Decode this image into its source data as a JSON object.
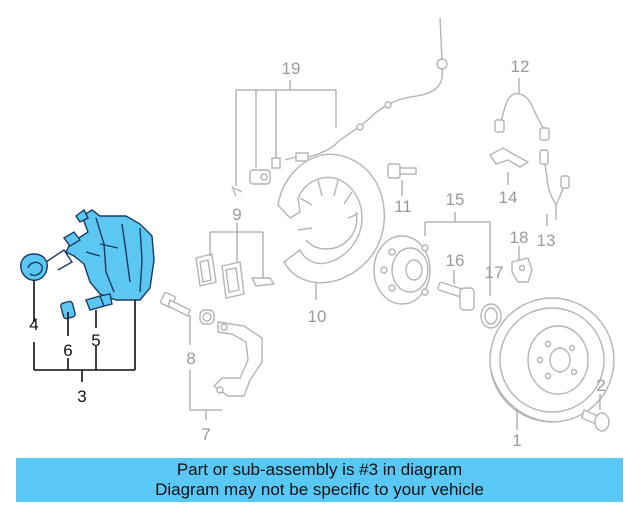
{
  "callouts": {
    "c1": "1",
    "c2": "2",
    "c3": "3",
    "c4": "4",
    "c5": "5",
    "c6": "6",
    "c7": "7",
    "c8": "8",
    "c9": "9",
    "c10": "10",
    "c11": "11",
    "c12": "12",
    "c13": "13",
    "c14": "14",
    "c15": "15",
    "c16": "16",
    "c17": "17",
    "c18": "18",
    "c19": "19"
  },
  "highlighted_part": "3",
  "colors": {
    "highlight": "#5cc8f2",
    "banner": "#5ac8f5",
    "callout": "#9a9a9a"
  },
  "banner": {
    "line1": "Part or sub-assembly is #3 in diagram",
    "line2": "Diagram may not be specific to your vehicle"
  }
}
